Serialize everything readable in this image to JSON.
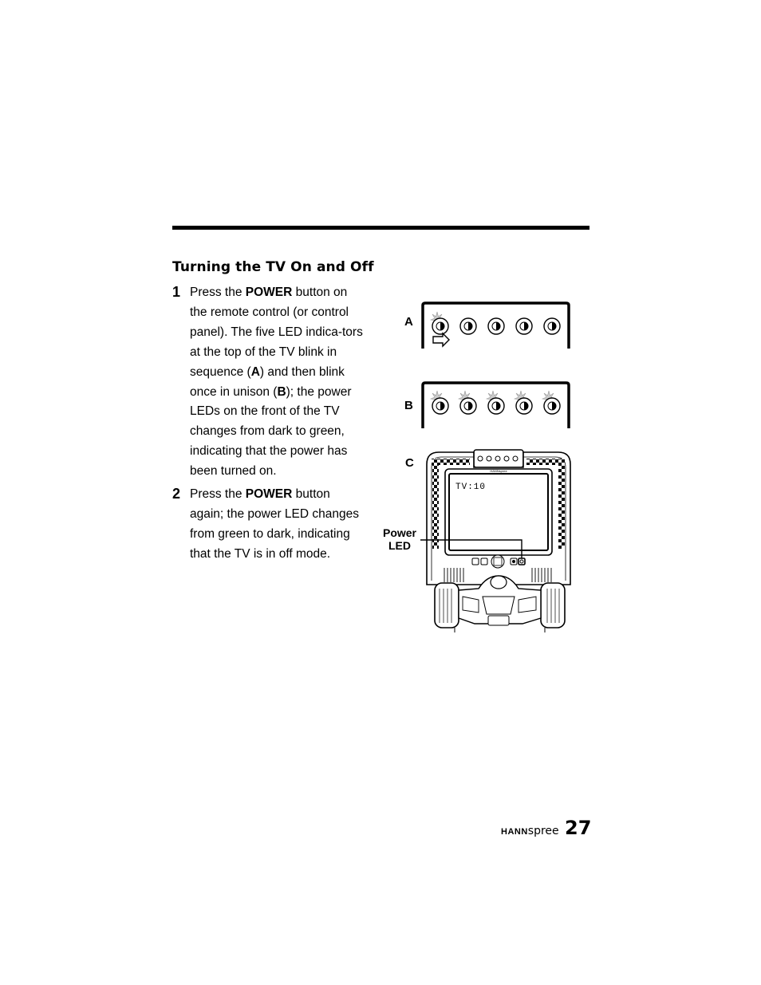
{
  "heading": "Turning the TV On and Off",
  "steps": [
    {
      "number": "1",
      "parts": [
        "Press the ",
        "POWER",
        " button on the remote control (or control panel). The five LED indica-tors at the top of the TV blink in sequence (",
        "A",
        ") and then blink once in unison (",
        "B",
        "); the power LEDs on the front of the TV changes from dark to green, indicating that the power has been turned on."
      ]
    },
    {
      "number": "2",
      "parts": [
        "Press the ",
        "POWER",
        " button again; the power LED changes from green to dark, indicating that the TV is in off mode."
      ]
    }
  ],
  "figure": {
    "label_a": "A",
    "label_b": "B",
    "label_c": "C",
    "power_led_line1": "Power",
    "power_led_line2": "LED",
    "screen_text": "TV:10",
    "tv_brand": "HANNspree"
  },
  "footer": {
    "brand_bold": "HANN",
    "brand_light": "spree",
    "page_number": "27"
  }
}
